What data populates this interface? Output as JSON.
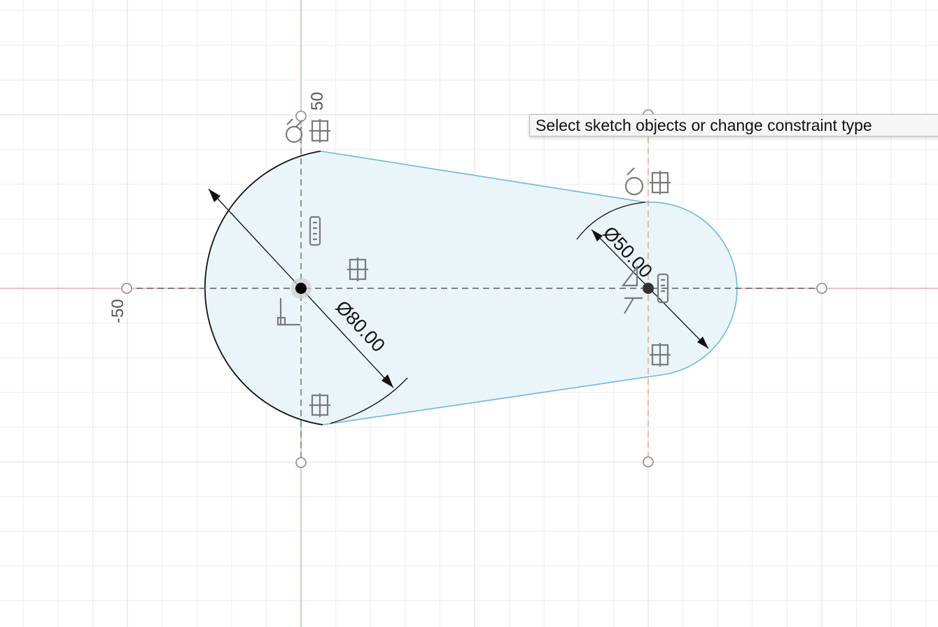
{
  "tooltip": {
    "text": "Select sketch objects or change constraint type"
  },
  "dimensions": {
    "large_circle_diameter": "Ø80.00",
    "small_circle_diameter": "Ø50.00"
  },
  "axis_labels": {
    "vertical": "50",
    "horizontal": "-50"
  },
  "colors": {
    "profile_fill": "#eaf5fa",
    "profile_edge": "#6cb8dc",
    "selected_arc": "#111111",
    "x_axis": "#e89a9a",
    "y_axis": "#8fd08f",
    "construction_line": "#e0a37a",
    "grid_minor": "#ececec",
    "grid_major": "#dcdcdc"
  },
  "icons": [
    "tangent-constraint-icon",
    "horizontal-vertical-constraint-icon",
    "fix-lock-constraint-icon",
    "perpendicular-constraint-icon",
    "coincident-constraint-icon",
    "sketch-point-icon"
  ]
}
